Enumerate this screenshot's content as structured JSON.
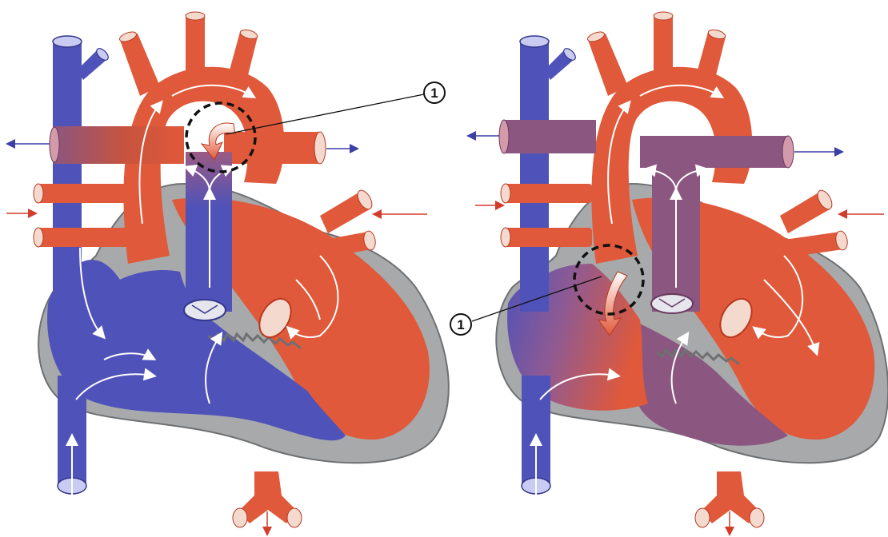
{
  "colors": {
    "oxygenated": "#E0593A",
    "oxygenated_dark": "#B8391F",
    "deoxygenated": "#4F52B8",
    "deoxygenated_dark": "#34378A",
    "mixed": "#8B5680",
    "mixed_dark": "#66395F",
    "wall": "#A7A9AB",
    "wall_dark": "#6E7072",
    "vessel_cap": "#F4D9CF",
    "vessel_cap_blue": "#C9CBF2",
    "flow_arrow": "#FFFFFF",
    "vein_arrow": "#3C3FA6",
    "artery_arrow": "#D23C2A",
    "callout_ring": "#111111"
  },
  "panels": [
    {
      "name": "patent-ductus-heart",
      "shunt": "ductus-arteriosus",
      "callout_label": "1"
    },
    {
      "name": "septal-defect-heart",
      "shunt": "atrial-septal-defect",
      "callout_label": "1"
    }
  ],
  "icons": {
    "flow": "white-curved-flow-arrow",
    "shunt": "shunt-arrow",
    "highlight": "dashed-circle-highlight"
  }
}
